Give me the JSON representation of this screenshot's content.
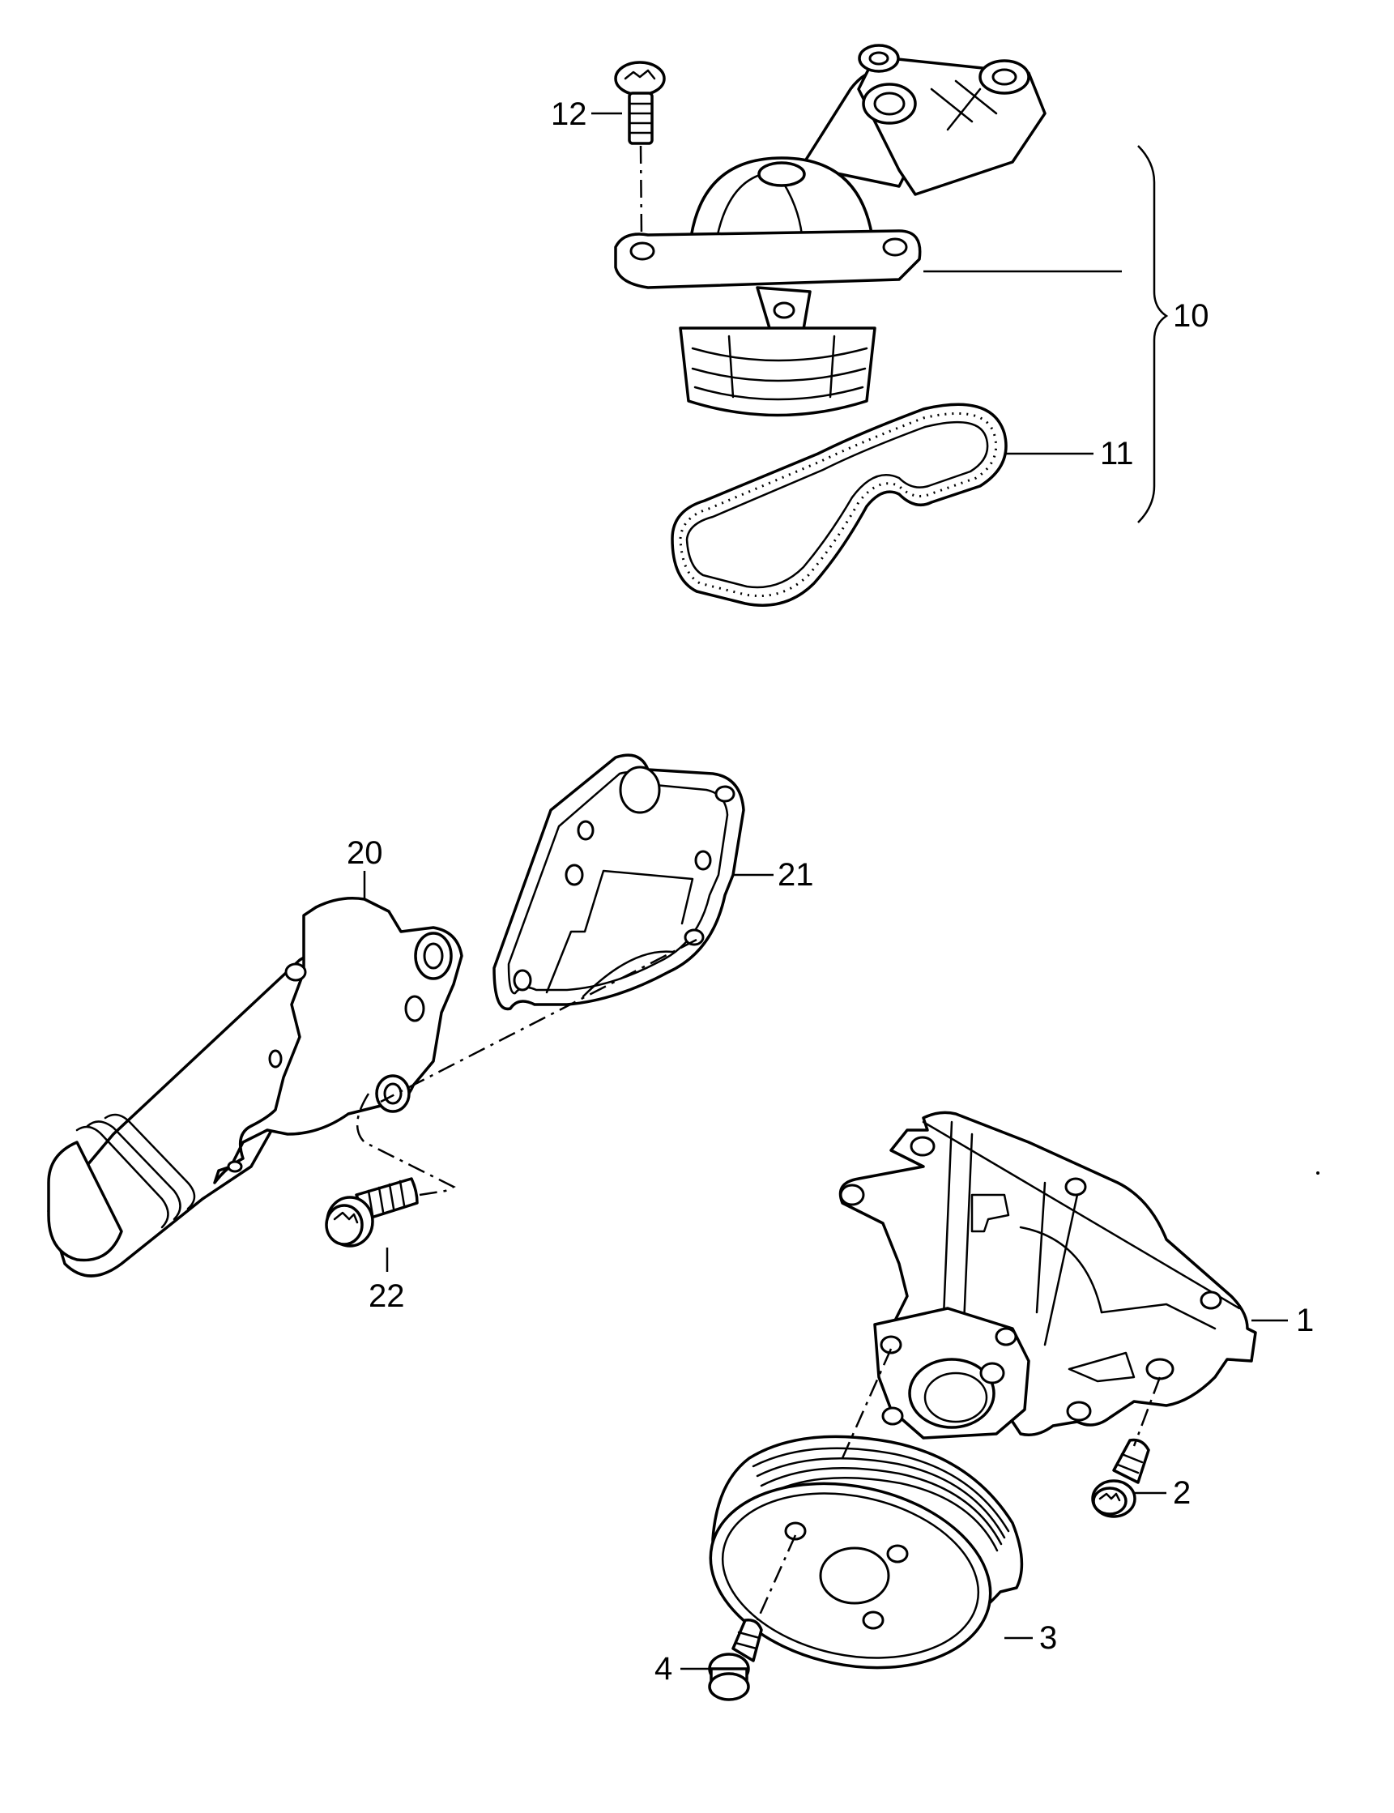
{
  "callouts": {
    "c1": "1",
    "c2": "2",
    "c3": "3",
    "c4": "4",
    "c10": "10",
    "c11": "11",
    "c12": "12",
    "c20": "20",
    "c21": "21",
    "c22": "22"
  }
}
